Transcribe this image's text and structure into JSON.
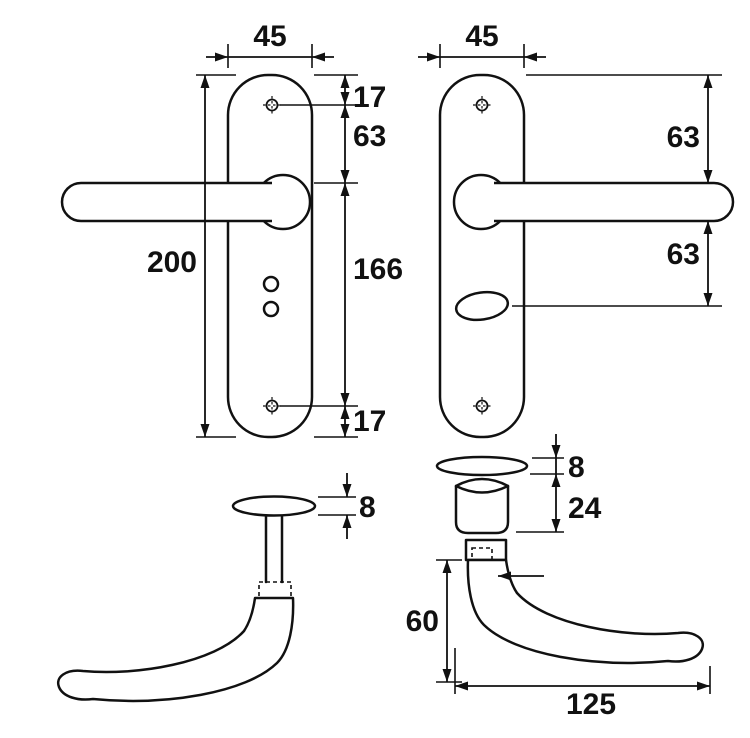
{
  "dimensions": {
    "plate_width_left": "45",
    "plate_width_right": "45",
    "top_hole_offset": "17",
    "hole_to_handle": "63",
    "plate_height": "200",
    "hole_spacing": "166",
    "bottom_hole_offset": "17",
    "right_top_to_handle": "63",
    "right_handle_to_turn": "63",
    "rose_thickness_left": "8",
    "rose_thickness_right": "8",
    "bush_height": "24",
    "handle_drop": "60",
    "handle_length": "125"
  }
}
